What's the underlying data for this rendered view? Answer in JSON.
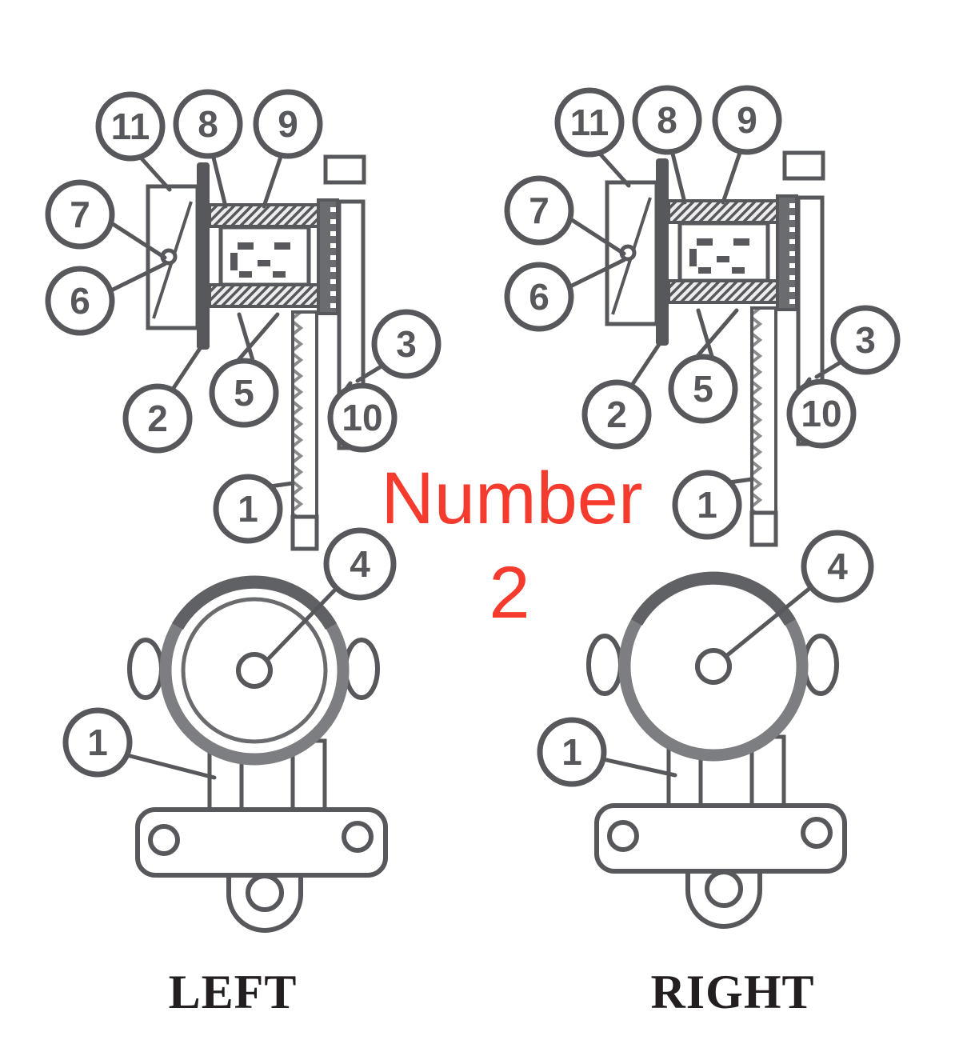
{
  "colors": {
    "line": "#57585b",
    "ring": "#7d7e81",
    "annotation_red": "#f53b2d",
    "label_dark": "#231f20",
    "background": "#ffffff"
  },
  "annotation": {
    "line1": "Number",
    "line2": "2"
  },
  "diagrams": [
    {
      "label": "LEFT",
      "callouts": {
        "c11": "11",
        "c8": "8",
        "c9": "9",
        "c7": "7",
        "c6": "6",
        "c2": "2",
        "c5": "5",
        "c3": "3",
        "c10": "10",
        "c1": "1",
        "c4": "4",
        "c1b": "1"
      }
    },
    {
      "label": "RIGHT",
      "callouts": {
        "c11": "11",
        "c8": "8",
        "c9": "9",
        "c7": "7",
        "c6": "6",
        "c2": "2",
        "c5": "5",
        "c3": "3",
        "c10": "10",
        "c1": "1",
        "c4": "4",
        "c1b": "1"
      }
    }
  ]
}
